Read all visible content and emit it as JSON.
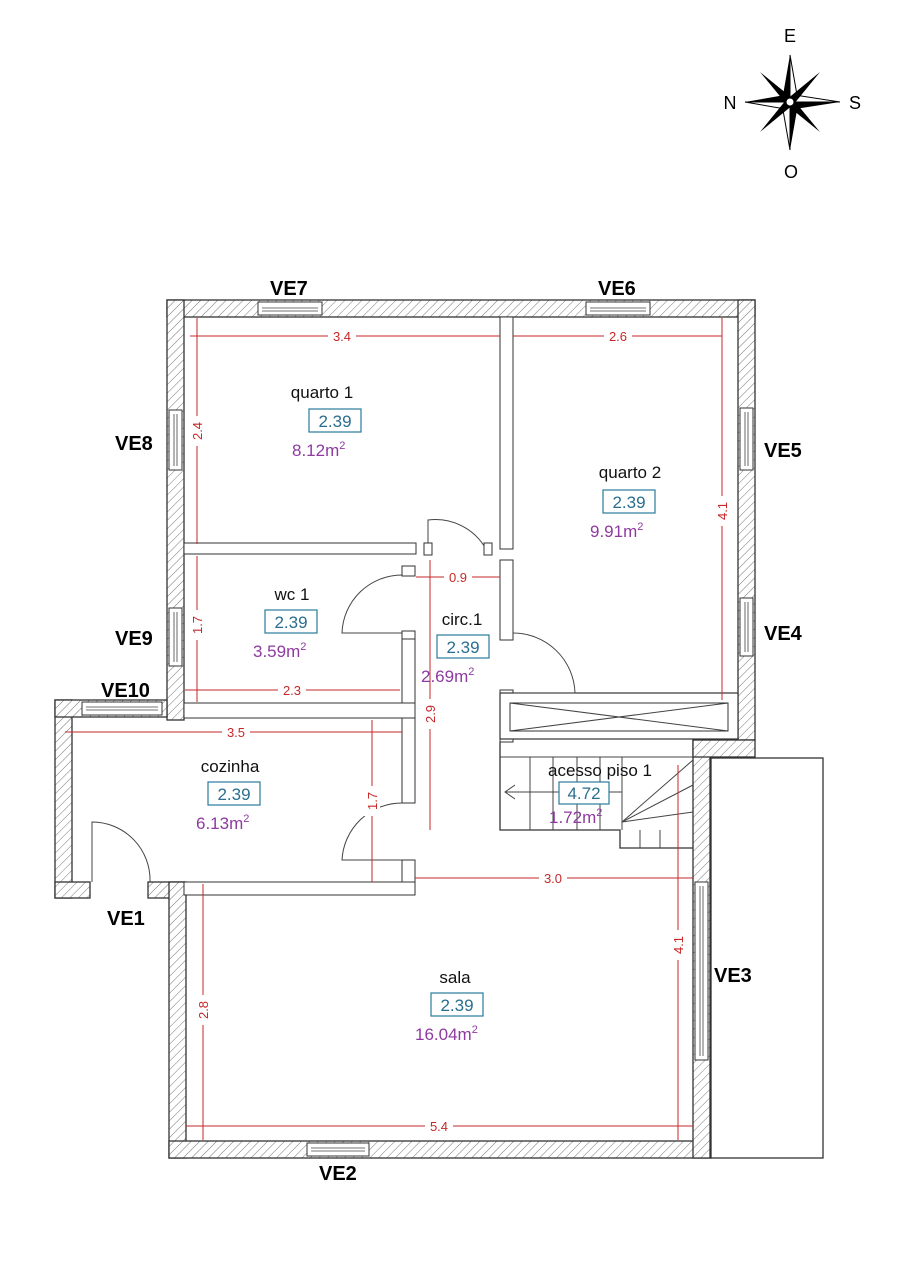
{
  "compass": {
    "north": "N",
    "south": "S",
    "east": "E",
    "west": "O"
  },
  "rooms": [
    {
      "id": "quarto1",
      "name": "quarto 1",
      "height": "2.39",
      "area": "8.12m",
      "area_sup": "2"
    },
    {
      "id": "quarto2",
      "name": "quarto 2",
      "height": "2.39",
      "area": "9.91m",
      "area_sup": "2"
    },
    {
      "id": "wc1",
      "name": "wc 1",
      "height": "2.39",
      "area": "3.59m",
      "area_sup": "2"
    },
    {
      "id": "circ1",
      "name": "circ.1",
      "height": "2.39",
      "area": "2.69m",
      "area_sup": "2"
    },
    {
      "id": "cozinha",
      "name": "cozinha",
      "height": "2.39",
      "area": "6.13m",
      "area_sup": "2"
    },
    {
      "id": "acesso",
      "name": "acesso piso 1",
      "height": "4.72",
      "area": "1.72m",
      "area_sup": "2"
    },
    {
      "id": "sala",
      "name": "sala",
      "height": "2.39",
      "area": "16.04m",
      "area_sup": "2"
    }
  ],
  "windows": [
    "VE1",
    "VE2",
    "VE3",
    "VE4",
    "VE5",
    "VE6",
    "VE7",
    "VE8",
    "VE9",
    "VE10"
  ],
  "dimensions": {
    "quarto1_width": "3.4",
    "quarto2_width": "2.6",
    "quarto1_height": "2.4",
    "quarto2_height": "4.1",
    "circ_width": "0.9",
    "wc_height": "1.7",
    "wc_width": "2.3",
    "circ_height": "2.9",
    "cozinha_width": "3.5",
    "cozinha_height": "1.7",
    "sala_top": "3.0",
    "sala_right": "4.1",
    "sala_left": "2.8",
    "sala_bottom": "5.4"
  }
}
